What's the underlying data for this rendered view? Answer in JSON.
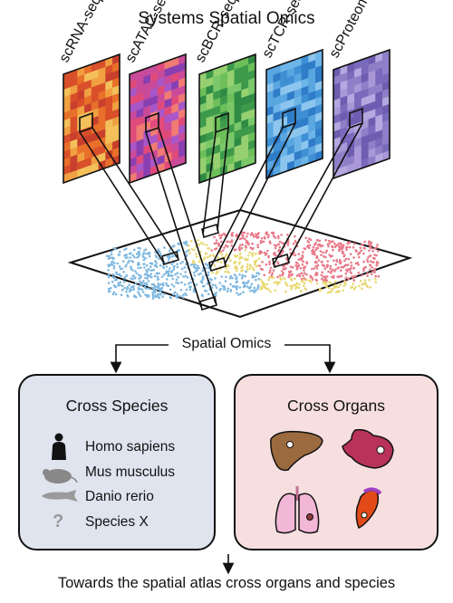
{
  "title": "Systems Spatial Omics",
  "modalities": [
    {
      "label": "scRNA-seq",
      "palette": [
        "#f0a040",
        "#e8702a",
        "#d94f2a",
        "#f3c05a",
        "#c8402c"
      ]
    },
    {
      "label": "scATAC-seq",
      "palette": [
        "#c94a9a",
        "#8a3fb0",
        "#e04a7a",
        "#a856c8",
        "#f07b72"
      ]
    },
    {
      "label": "scBCR-seq",
      "palette": [
        "#6dbf5a",
        "#3c9a4a",
        "#96d070",
        "#2f8a44",
        "#7ac86a"
      ]
    },
    {
      "label": "scTCR-seq",
      "palette": [
        "#5aa6e0",
        "#2f7cc8",
        "#8cc6ee",
        "#3e8fd4",
        "#6db4e8"
      ]
    },
    {
      "label": "scProteomics",
      "palette": [
        "#8f7fc8",
        "#6e5cb0",
        "#a898d8",
        "#7a6abc",
        "#b4a8e0"
      ]
    }
  ],
  "spatial_label": "Spatial Omics",
  "cross_species": {
    "title": "Cross Species",
    "items": [
      {
        "label": "Homo sapiens",
        "icon": "human-icon"
      },
      {
        "label": "Mus musculus",
        "icon": "mouse-icon"
      },
      {
        "label": "Danio rerio",
        "icon": "fish-icon"
      },
      {
        "label": "Species X",
        "icon": "question-icon",
        "glyph": "?"
      }
    ]
  },
  "cross_organs": {
    "title": "Cross Organs",
    "items": [
      "liver-icon",
      "stomach-icon",
      "lungs-icon",
      "pancreas-icon"
    ]
  },
  "caption": "Towards the spatial atlas cross organs and species",
  "colors": {
    "species_bg": "#dfe4ef",
    "organs_bg": "#f7dfe0",
    "tissue": [
      "#7fb8e0",
      "#e8d870",
      "#e87a8a"
    ]
  }
}
